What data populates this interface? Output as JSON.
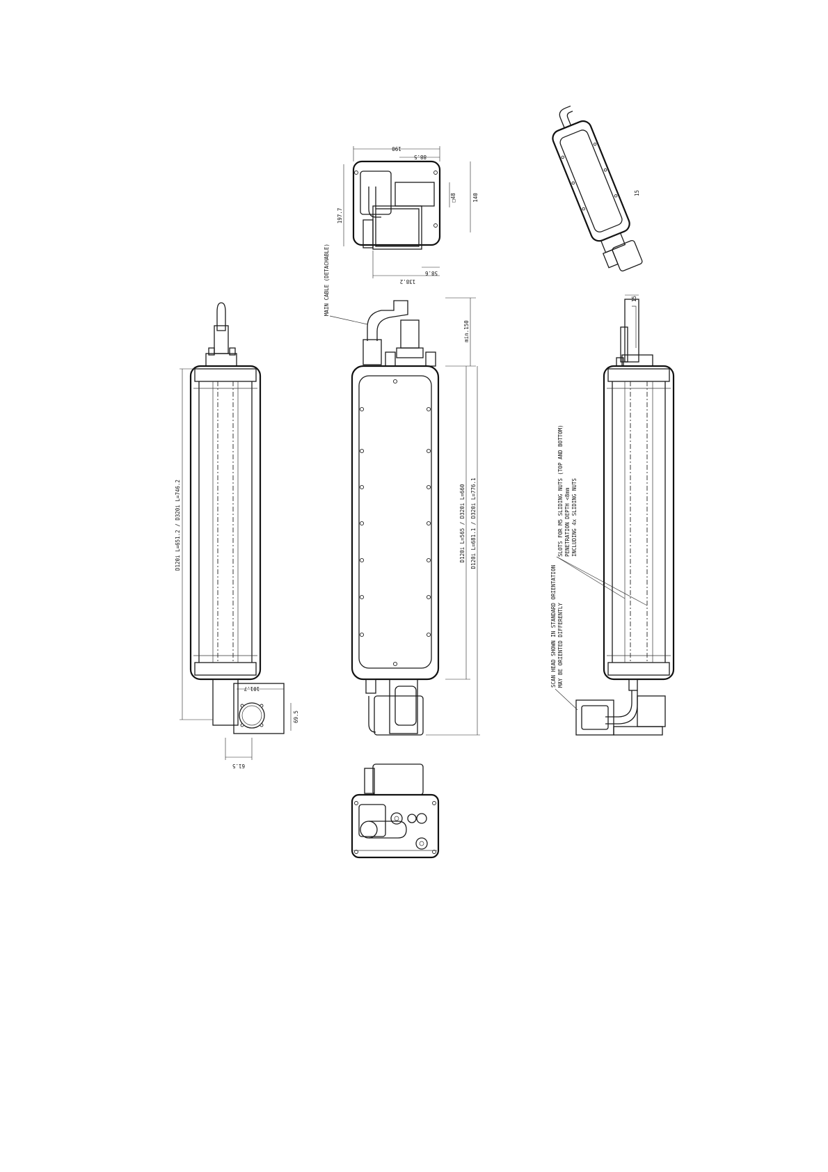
{
  "dimensions": {
    "top_width_190": "190",
    "top_offset_88_5": "88.5",
    "top_height_197_7": "197.7",
    "top_square_48": "□48",
    "top_height_140": "140",
    "top_bottom_138_2": "138.2",
    "top_bottom_58_6": "58.6",
    "front_min_150": "min.150",
    "front_len_a": "D120i L=565 / D320i L=660",
    "front_len_b": "D120i L=681.1 / D320i L=776.1",
    "left_len": "D120i L=651.2 / D320i L=746.2",
    "left_101_7": "101.7",
    "left_69_5": "69.5",
    "left_61_5": "61.5",
    "right_15": "15",
    "iso_15": "15"
  },
  "notes": {
    "main_cable": "MAIN CABLE (DETACHABLE)",
    "slots_line1": "SLOTS FOR M5 SLIDING NUTS (TOP AND BOTTOM)",
    "slots_line2": "PENETRATION DEPTH <8mm",
    "slots_line3": "INCLUDING 4x SLIDING NUTS",
    "scan_line1": "SCAN HEAD SHOWN IN STANDARD ORIENTATION",
    "scan_line2": "MAY BE ORIENTED DIFFERENTLY"
  },
  "colors": {
    "line": "#1a1a1a",
    "paper": "#ffffff"
  }
}
